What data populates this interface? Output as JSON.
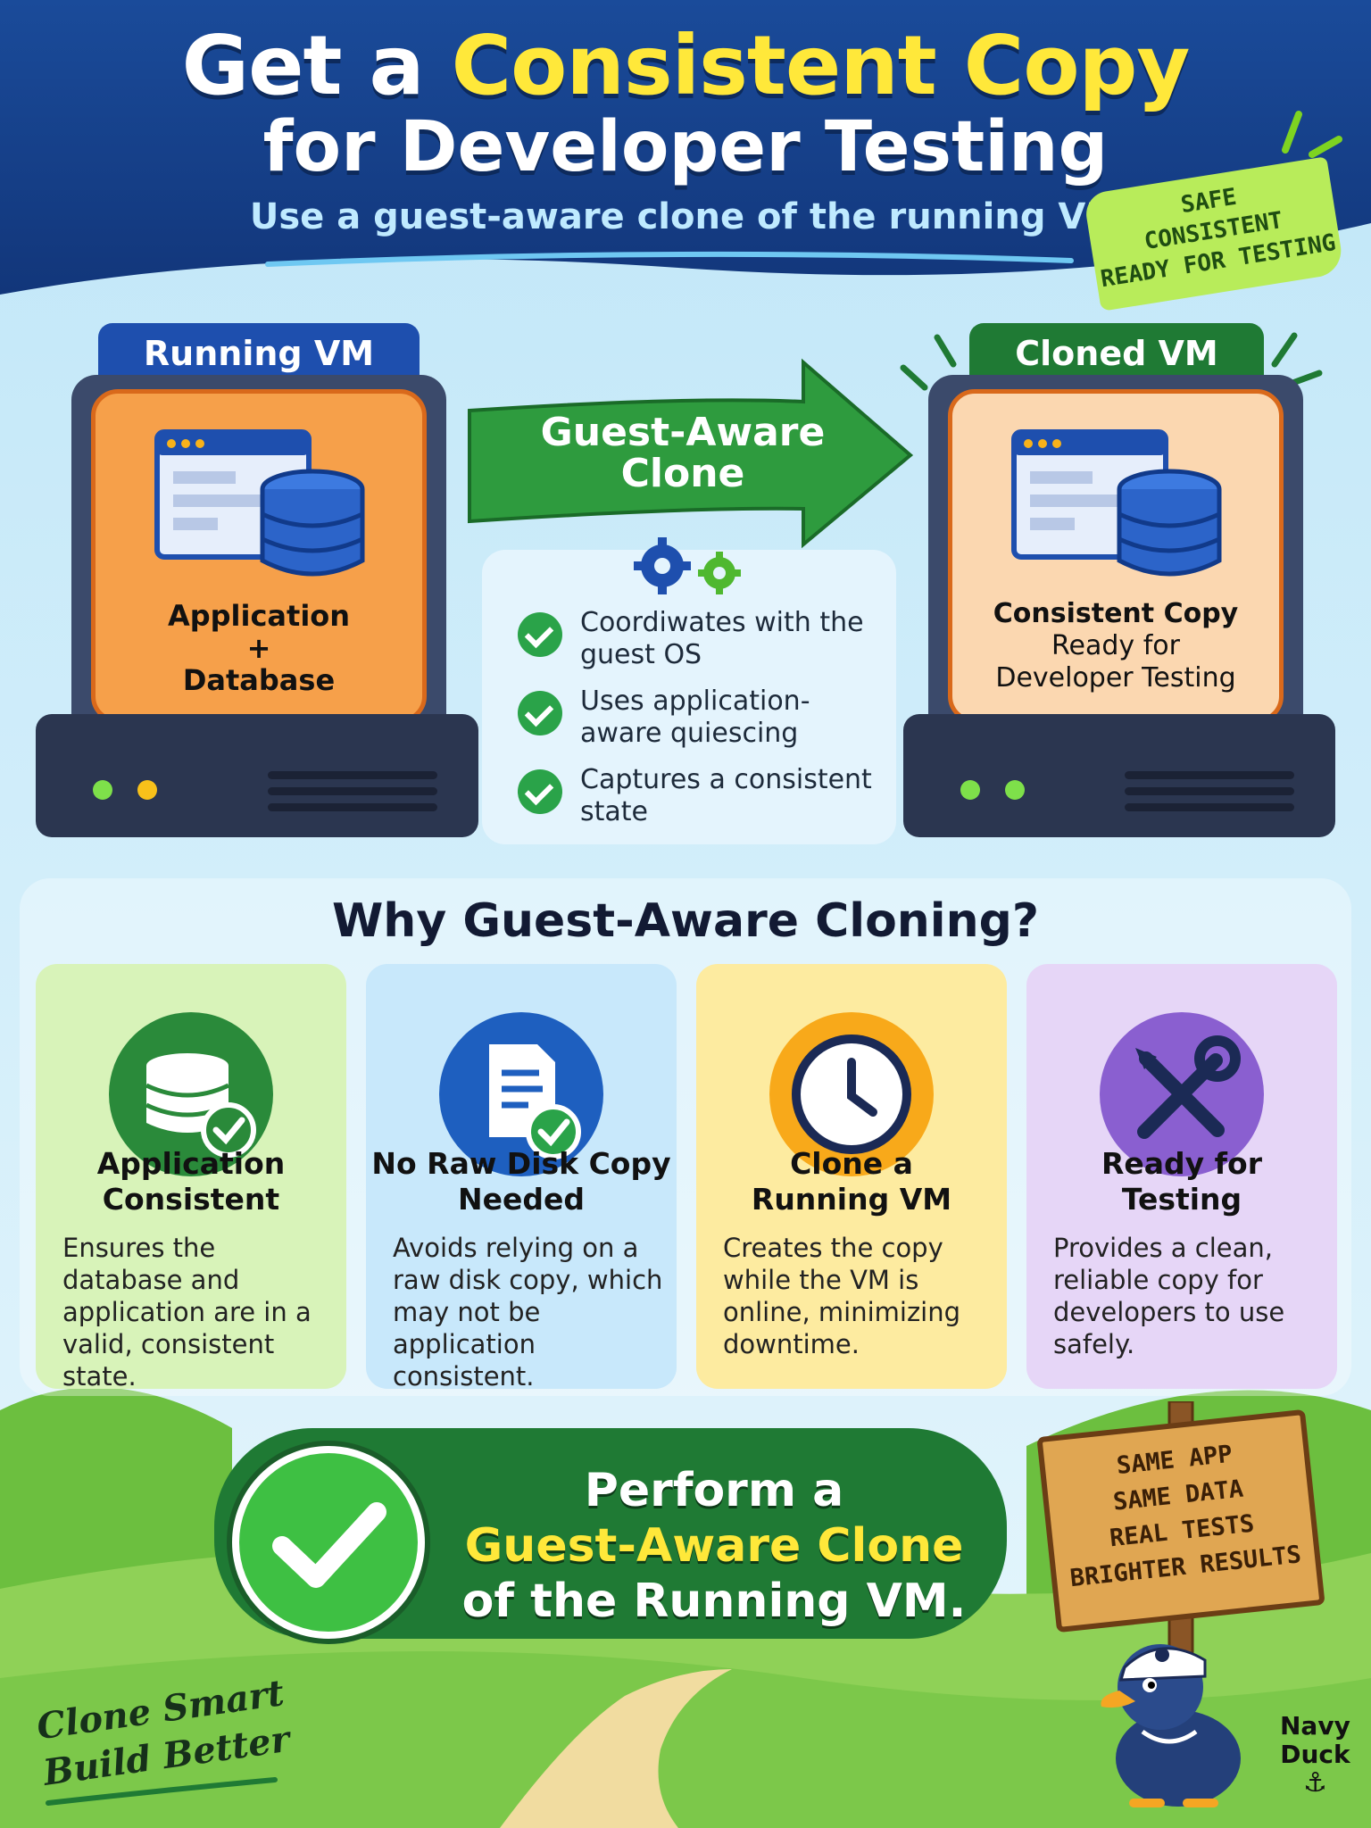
{
  "header": {
    "title_prefix": "Get a",
    "title_highlight": "Consistent Copy",
    "title_line2": "for Developer Testing",
    "subtitle": "Use a guest-aware clone of the running VM",
    "stamp_lines": [
      "SAFE",
      "CONSISTENT",
      "READY FOR TESTING"
    ]
  },
  "source_vm": {
    "label": "Running VM",
    "content_line1": "Application",
    "content_line2": "+",
    "content_line3": "Database"
  },
  "transfer": {
    "arrow_line1": "Guest-Aware",
    "arrow_line2": "Clone",
    "steps": [
      "Coordiwates with the guest OS",
      "Uses application-aware quiescing",
      "Captures a consistent state"
    ]
  },
  "target_vm": {
    "label": "Cloned VM",
    "content_line1": "Consistent Copy",
    "content_line2": "Ready for",
    "content_line3": "Developer Testing"
  },
  "why": {
    "title": "Why Guest-Aware Cloning?",
    "cards": [
      {
        "title_line1": "Application",
        "title_line2": "Consistent",
        "icon": "database-check-icon",
        "body": "Ensures the database and application are in a valid, consistent state.",
        "color": "#d8f3b9"
      },
      {
        "title_line1": "No Raw Disk Copy",
        "title_line2": "Needed",
        "icon": "document-check-icon",
        "body": "Avoids relying on a raw disk copy, which may not be application consistent.",
        "color": "#c8e8fb"
      },
      {
        "title_line1": "Clone a",
        "title_line2": "Running VM",
        "icon": "clock-icon",
        "body": "Creates the copy while the VM is online, minimizing downtime.",
        "color": "#fdeba0"
      },
      {
        "title_line1": "Ready for",
        "title_line2": "Testing",
        "icon": "tools-icon",
        "body": "Provides a clean, reliable copy for developers to use safely.",
        "color": "#e6d6f7"
      }
    ]
  },
  "banner": {
    "line1": "Perform a",
    "line2": "Guest-Aware Clone",
    "line3": "of the Running VM."
  },
  "sign_lines": [
    "SAME APP",
    "SAME DATA",
    "REAL TESTS",
    "BRIGHTER RESULTS"
  ],
  "tagline_line1": "Clone Smart",
  "tagline_line2": "Build Better",
  "brand_line1": "Navy",
  "brand_line2": "Duck",
  "colors": {
    "header_blue": "#14397a",
    "accent_yellow": "#ffe83a",
    "green": "#2aa349",
    "vm_orange": "#f6a04a"
  }
}
